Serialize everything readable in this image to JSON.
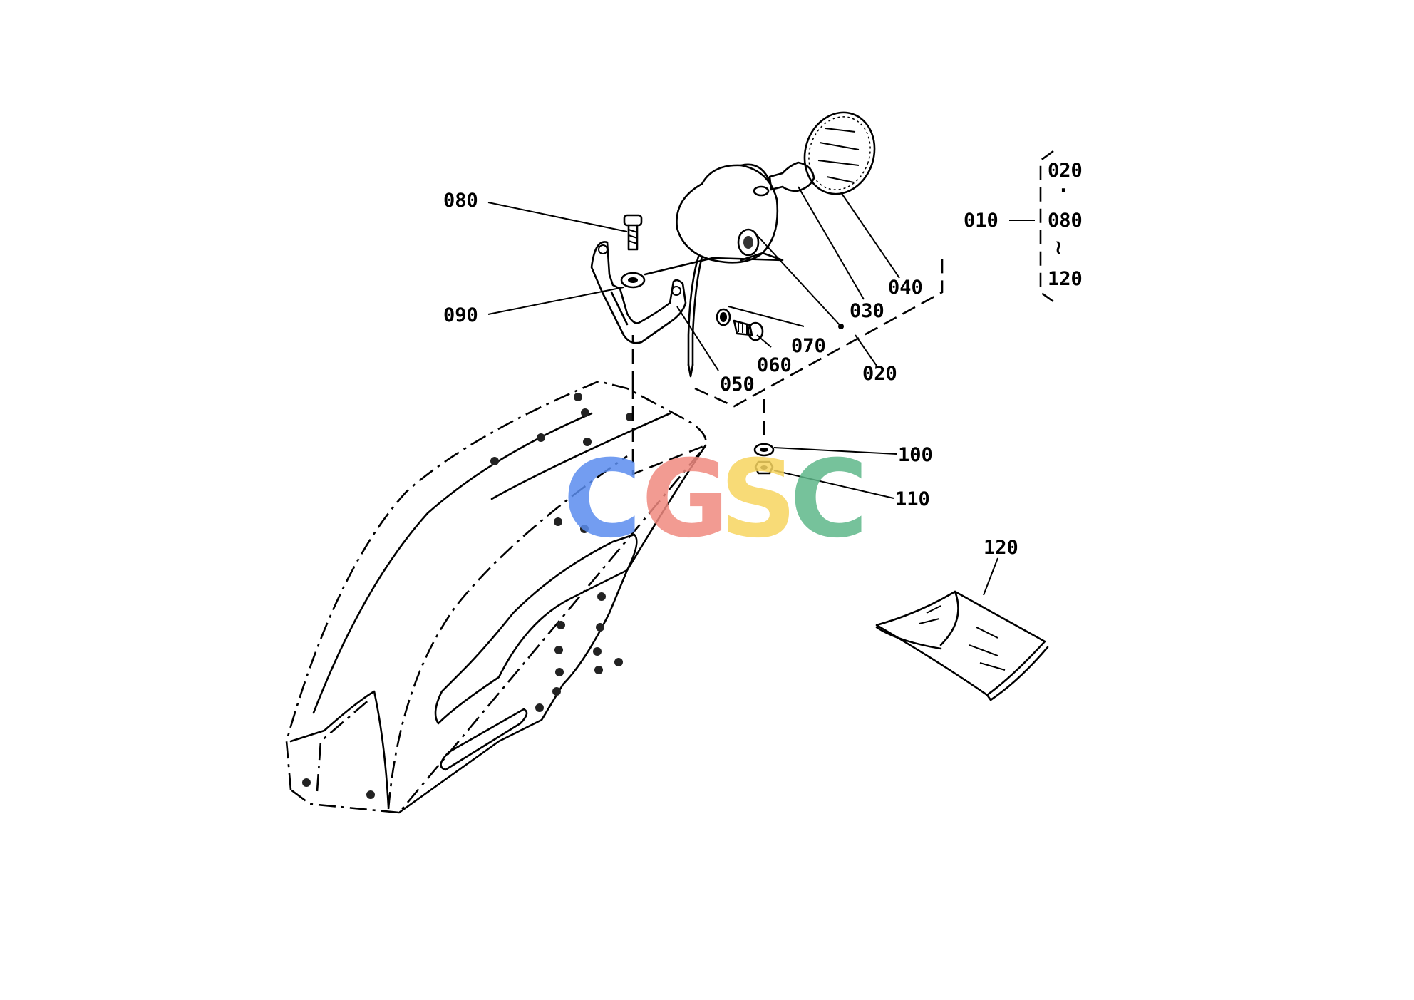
{
  "callouts": {
    "c080": "080",
    "c090": "090",
    "c050": "050",
    "c060": "060",
    "c070": "070",
    "c020": "020",
    "c030": "030",
    "c040": "040",
    "c100": "100",
    "c110": "110",
    "c120": "120"
  },
  "assembly_bracket": {
    "parent": "010",
    "top": "020",
    "dot": "·",
    "middle": "080",
    "tilde": "≀",
    "bottom": "120"
  },
  "watermark": {
    "letters": [
      "C",
      "G",
      "S",
      "C"
    ],
    "colors": [
      "#5b8def",
      "#f08a80",
      "#f7d560",
      "#5fb88a"
    ]
  }
}
